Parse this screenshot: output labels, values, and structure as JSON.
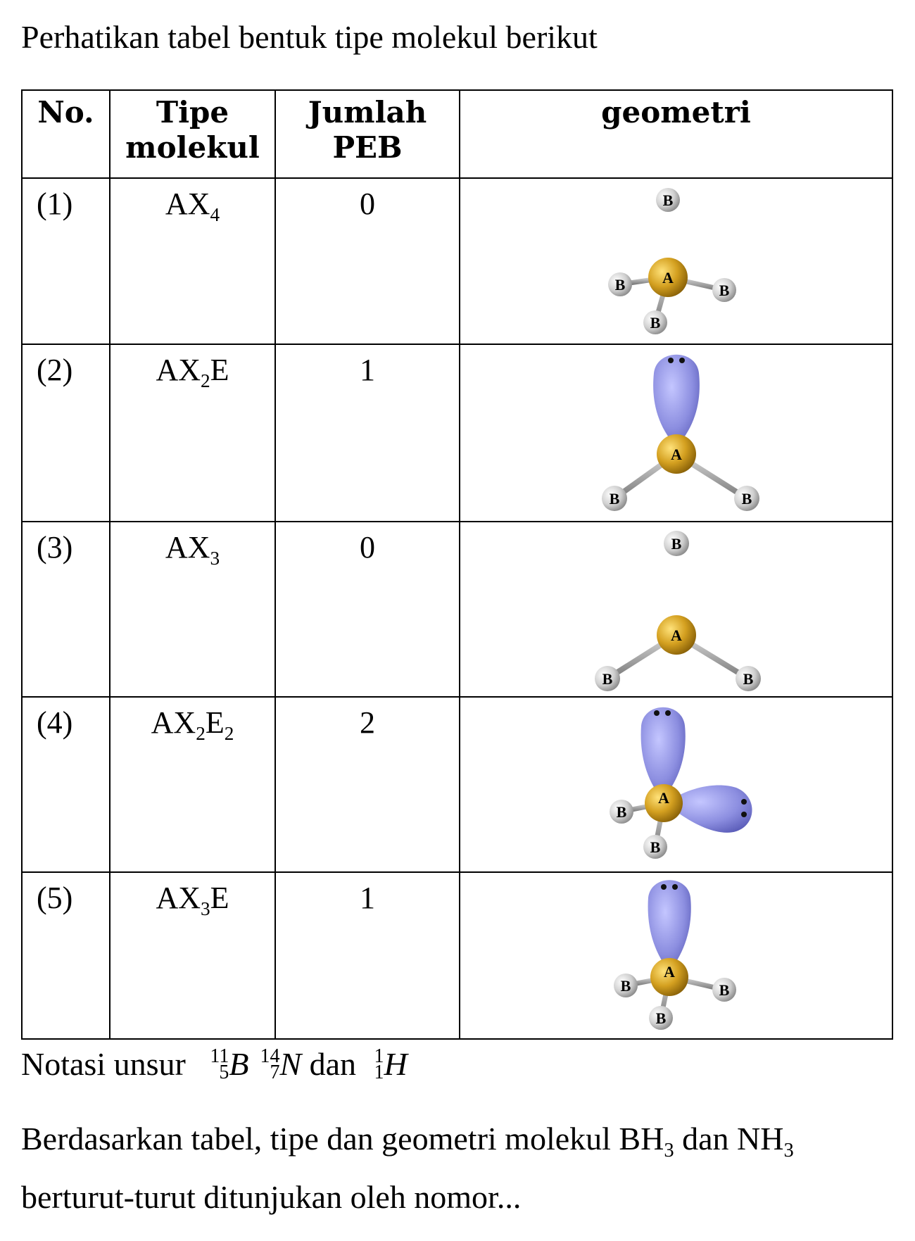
{
  "intro": "Perhatikan tabel bentuk tipe molekul berikut",
  "headers": {
    "no": "No.",
    "tipe_1": "Tipe",
    "tipe_2": "molekul",
    "jumlah_1": "Jumlah",
    "jumlah_2": "PEB",
    "geometri": "geometri"
  },
  "rows": [
    {
      "no": "(1)",
      "type_base": "AX",
      "type_sub1": "4",
      "type_rest": "",
      "type_sub2": "",
      "peb": "0"
    },
    {
      "no": "(2)",
      "type_base": "AX",
      "type_sub1": "2",
      "type_rest": "E",
      "type_sub2": "",
      "peb": "1"
    },
    {
      "no": "(3)",
      "type_base": "AX",
      "type_sub1": "3",
      "type_rest": "",
      "type_sub2": "",
      "peb": "0"
    },
    {
      "no": "(4)",
      "type_base": "AX",
      "type_sub1": "2",
      "type_rest": "E",
      "type_sub2": "2",
      "peb": "2"
    },
    {
      "no": "(5)",
      "type_base": "AX",
      "type_sub1": "3",
      "type_rest": "E",
      "type_sub2": "",
      "peb": "1"
    }
  ],
  "atom_labels": {
    "central": "A",
    "outer": "B"
  },
  "notasi": {
    "prefix": "Notasi unsur",
    "e1": {
      "mass": "11",
      "z": "5",
      "symbol": "B"
    },
    "e2": {
      "mass": "14",
      "z": "7",
      "symbol": "N"
    },
    "dan": "dan",
    "e3": {
      "mass": "1",
      "z": "1",
      "symbol": "H"
    }
  },
  "question": {
    "part1": "Berdasarkan tabel, tipe dan geometri molekul BH",
    "sub1": "3",
    "part2": " dan NH",
    "sub2": "3",
    "part3": " berturut-turut ditunjukan oleh nomor..."
  },
  "colors": {
    "central_atom": "#d4a020",
    "outer_atom": "#c8c8c8",
    "lone_pair": "#8c8ee0",
    "bond": "#9a9a9a"
  }
}
